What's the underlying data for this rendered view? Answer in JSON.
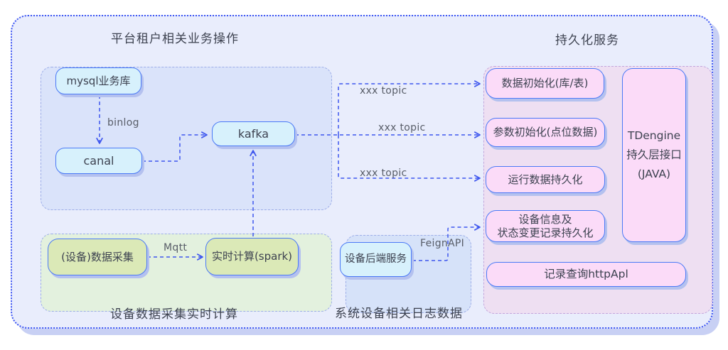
{
  "sections": {
    "tenant_ops": {
      "title": "平台租户相关业务操作"
    },
    "device_realtime": {
      "title": "设备数据采集实时计算"
    },
    "device_logs": {
      "title": "系统设备相关日志数据"
    },
    "persistence": {
      "title": "持久化服务"
    }
  },
  "nodes": {
    "mysql": "mysql业务库",
    "canal": "canal",
    "kafka": "kafka",
    "device_collect": "(设备)数据采集",
    "spark": "实时计算(spark)",
    "device_backend": "设备后端服务",
    "data_init": "数据初始化(库/表)",
    "param_init": "参数初始化(点位数据)",
    "runtime_persist": "运行数据持久化",
    "device_info_line1": "设备信息及",
    "device_info_line2": "状态变更记录持久化",
    "record_query": "记录查询httpApl",
    "tdengine_line1": "TDengine",
    "tdengine_line2": "持久层接口",
    "tdengine_line3": "(JAVA)"
  },
  "edge_labels": {
    "binlog": "binlog",
    "mqtt": "Mqtt",
    "topic_top": "xxx topic",
    "topic_mid": "xxx topic",
    "topic_bottom": "xxx topic",
    "feign": "FeignAPI"
  },
  "colors": {
    "arrow-blue": "#3e56ee",
    "outer-border": "#3c55f3",
    "node-border": "#4a79f6",
    "cyan-fill": "#d7f1fc",
    "green-fill": "#dbe9b7",
    "pink-fill": "#fbdbf8",
    "outer-fill": "#e9edfc",
    "blue-panel": "#dae3fa",
    "green-panel": "#e3f1de",
    "logs-panel": "#d6e2f9",
    "pink-panel": "#eedff2",
    "panel-border": "#9dade8",
    "pink-border": "#c2a6dc",
    "text-dark": "#3d4250",
    "label-gray": "#585d68"
  }
}
